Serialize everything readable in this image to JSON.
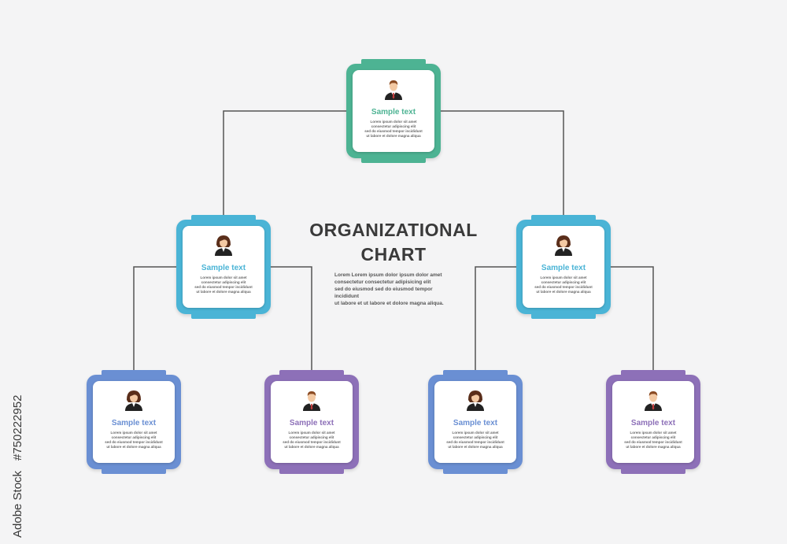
{
  "title": "ORGANIZATIONAL\nCHART",
  "description": "Lorem  Lorem ipsum dolor ipsum dolor amet\nconsectetur consectetur adipisicing elit\nsed do eiusmod sed do eiusmod tempor incididunt\nut labore et  ut labore et dolore magna aliqua.",
  "watermark_id": "#750222952",
  "watermark_brand": "Adobe Stock",
  "colors": {
    "green": "#4db393",
    "cyan": "#4ab4d6",
    "blue": "#6a8fd3",
    "purple": "#8d70b8",
    "connector": "#555555"
  },
  "nodes": [
    {
      "id": "ceo",
      "title": "Sample text",
      "desc": "Lorem ipsum dolor sit amet\nconsectetur adipiscing elit\nsed do eiusmod tempor incididunt\nut labore et dolore magna aliqua",
      "color": "green",
      "avatar": "man-avatar-icon"
    },
    {
      "id": "left-manager",
      "title": "Sample text",
      "desc": "Lorem ipsum dolor sit amet\nconsectetur adipiscing elit\nsed do eiusmod tempor incididunt\nut labore et dolore magna aliqua",
      "color": "cyan",
      "avatar": "woman-avatar-icon"
    },
    {
      "id": "right-manager",
      "title": "Sample text",
      "desc": "Lorem ipsum dolor sit amet\nconsectetur adipiscing elit\nsed do eiusmod tempor incididunt\nut labore et dolore magna aliqua",
      "color": "cyan",
      "avatar": "woman-avatar-icon"
    },
    {
      "id": "staff-1",
      "title": "Sample text",
      "desc": "Lorem ipsum dolor sit amet\nconsectetur adipiscing elit\nsed do eiusmod tempor incididunt\nut labore et dolore magna aliqua",
      "color": "blue",
      "avatar": "woman-avatar-icon"
    },
    {
      "id": "staff-2",
      "title": "Sample text",
      "desc": "Lorem ipsum dolor sit amet\nconsectetur adipiscing elit\nsed do eiusmod tempor incididunt\nut labore et dolore magna aliqua",
      "color": "purple",
      "avatar": "man-avatar-icon"
    },
    {
      "id": "staff-3",
      "title": "Sample text",
      "desc": "Lorem ipsum dolor sit amet\nconsectetur adipiscing elit\nsed do eiusmod tempor incididunt\nut labore et dolore magna aliqua",
      "color": "blue",
      "avatar": "woman-avatar-icon"
    },
    {
      "id": "staff-4",
      "title": "Sample text",
      "desc": "Lorem ipsum dolor sit amet\nconsectetur adipiscing elit\nsed do eiusmod tempor incididunt\nut labore et dolore magna aliqua",
      "color": "purple",
      "avatar": "man-avatar-icon"
    }
  ],
  "edges": [
    [
      "ceo",
      "left-manager"
    ],
    [
      "ceo",
      "right-manager"
    ],
    [
      "left-manager",
      "staff-1"
    ],
    [
      "left-manager",
      "staff-2"
    ],
    [
      "right-manager",
      "staff-3"
    ],
    [
      "right-manager",
      "staff-4"
    ]
  ]
}
